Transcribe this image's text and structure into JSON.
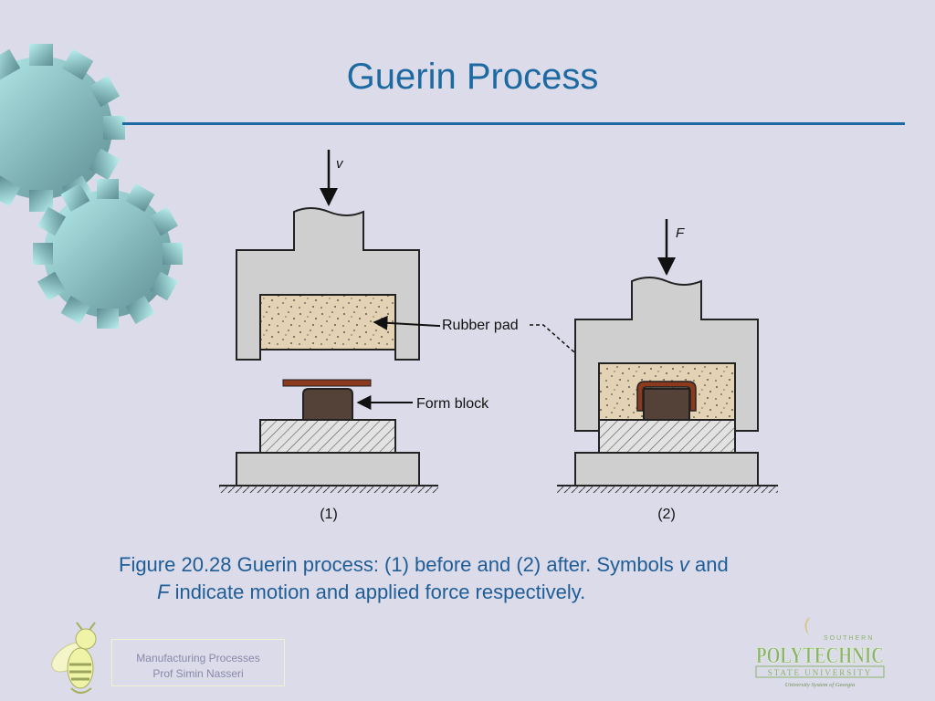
{
  "slide": {
    "title": "Guerin Process"
  },
  "figure": {
    "arrow1_symbol": "v",
    "arrow2_symbol": "F",
    "label_rubber_pad": "Rubber pad",
    "label_form_block": "Form block",
    "stage1_label": "(1)",
    "stage2_label": "(2)"
  },
  "caption": {
    "line1": "Figure 20.28  Guerin process: (1) before and (2) after. Symbols ",
    "v": "v",
    "and": " and",
    "f": "F",
    "line2": " indicate motion and applied force respectively."
  },
  "footer": {
    "line1": "Manufacturing Processes",
    "line2": "Prof Simin Nasseri"
  },
  "logo": {
    "top_text": "SOUTHERN",
    "main_text": "POLYTECHNIC",
    "sub_text": "STATE UNIVERSITY",
    "tagline": "University System of Georgia"
  },
  "colors": {
    "title": "#1d6aa2",
    "rule": "#1d6aa2",
    "caption": "#1f5d96",
    "gear": "#8fd4d2",
    "press": "#cfcfcf",
    "rubber": "#e3d2b3",
    "form_block": "#544238",
    "sheet": "#8b3a1e",
    "logo_green": "#8ab46a"
  }
}
